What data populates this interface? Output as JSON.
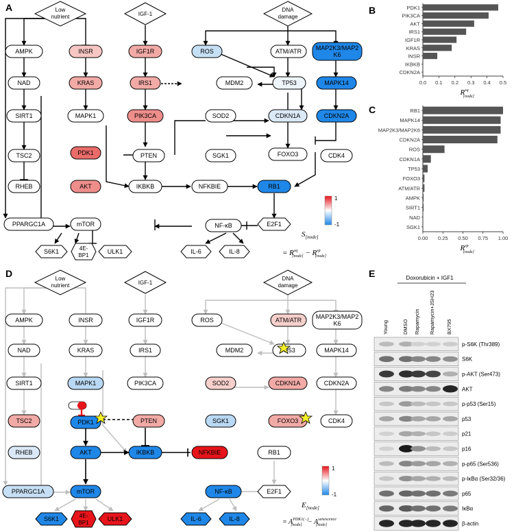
{
  "panels": {
    "A": "A",
    "B": "B",
    "C": "C",
    "D": "D",
    "E": "E"
  },
  "colors": {
    "high": "#e8141b",
    "low": "#1f87e8",
    "neutral": "#ffffff",
    "bar": "#555555",
    "edge_gray": "#bdbdbd"
  },
  "nodes": {
    "low_nutrient_1": "Low",
    "low_nutrient_2": "nutrient",
    "igf1": "IGF-1",
    "dna_1": "DNA",
    "dna_2": "damage",
    "AMPK": "AMPK",
    "INSR": "INSR",
    "IGF1R": "IGF1R",
    "ROS": "ROS",
    "ATMATR": "ATM/ATR",
    "MAP2K3_1": "MAP2K3/MAP2",
    "MAP2K3_2": "K6",
    "NAD": "NAD",
    "KRAS": "KRAS",
    "IRS1": "IRS1",
    "MDM2": "MDM2",
    "TP53": "TP53",
    "MAPK14": "MAPK14",
    "SIRT1": "SIRT1",
    "MAPK1": "MAPK1",
    "PIK3CA": "PIK3CA",
    "SOD2": "SOD2",
    "CDKN1A": "CDKN1A",
    "CDKN2A": "CDKN2A",
    "TSC2": "TSC2",
    "PDK1": "PDK1",
    "PTEN": "PTEN",
    "SGK1": "SGK1",
    "FOXO3": "FOXO3",
    "CDK4": "CDK4",
    "RHEB": "RHEB",
    "AKT": "AKT",
    "IKBKB": "IKBKB",
    "NFKBIE": "NFKBIE",
    "RB1": "RB1",
    "PPARGC1A": "PPARGC1A",
    "mTOR": "mTOR",
    "NFKB": "NF-κB",
    "E2F1": "E2F1",
    "S6K1": "S6K1",
    "4EBP1_1": "4E-",
    "4EBP1_2": "BP1",
    "ULK1": "ULK1",
    "IL6": "IL-6",
    "IL8": "IL-8"
  },
  "legend_A": {
    "max": "1",
    "min": "-1",
    "title": "S",
    "sub": "[node]",
    "eq": "= R",
    "eq_sup1": "sq",
    "eq_sub1": "[node]",
    "eq_mid": " − R",
    "eq_sup2": "sp",
    "eq_sub2": "[node]"
  },
  "legend_D": {
    "max": "1",
    "min": "-1",
    "title": "E",
    "sub": "[node]",
    "eq": "= A",
    "eq_sup1": "PDK1(−)",
    "eq_sub1": "[node]",
    "eq_mid": " − A",
    "eq_sup2": "senescence",
    "eq_sub2": "[node]"
  },
  "chart_data": [
    {
      "type": "bar",
      "orientation": "horizontal",
      "categories": [
        "PDK1",
        "PIK3CA",
        "AKT",
        "IRS1",
        "IGF1R",
        "KRAS",
        "INSR",
        "IKBKB",
        "CDKN2A"
      ],
      "values": [
        0.47,
        0.41,
        0.32,
        0.27,
        0.21,
        0.18,
        0.09,
        0.0,
        0.0
      ],
      "xlim": [
        0,
        0.5
      ],
      "xticks": [
        "0.0",
        "0.1",
        "0.2",
        "0.3",
        "0.4",
        "0.5"
      ],
      "xlabel": "R",
      "xlabel_sup": "sq",
      "xlabel_sub": "[node]"
    },
    {
      "type": "bar",
      "orientation": "horizontal",
      "categories": [
        "RB1",
        "MAPK14",
        "MAP2K3/MAP2K6",
        "CDKN2A",
        "ROS",
        "CDKN1A",
        "TP53",
        "FOXO3",
        "ATM/ATR",
        "AMPK",
        "SIRT1",
        "NAD",
        "SGK1"
      ],
      "values": [
        1.0,
        0.97,
        0.97,
        0.93,
        0.27,
        0.1,
        0.06,
        0.02,
        0.02,
        0.01,
        0.01,
        0.0,
        0.0
      ],
      "xlim": [
        0,
        1.0
      ],
      "xticks": [
        "0.00",
        "0.25",
        "0.50",
        "0.75",
        "1.00"
      ],
      "xlabel": "R",
      "xlabel_sup": "sp",
      "xlabel_sub": "[node]"
    }
  ],
  "western": {
    "header": "Doxorubicin + IGF1",
    "lanes": [
      "Young",
      "DMSO",
      "Rapamycin",
      "Rapamycin+JSH23",
      "BX795"
    ],
    "proteins": [
      "p-S6K (Thr389)",
      "S6K",
      "p-AKT (Ser473)",
      "AKT",
      "p-p53 (Ser15)",
      "p53",
      "p21",
      "p16",
      "p-p65 (Ser536)",
      "p-IκBα (Ser32/36)",
      "p65",
      "IκBα",
      "β-actin"
    ]
  }
}
